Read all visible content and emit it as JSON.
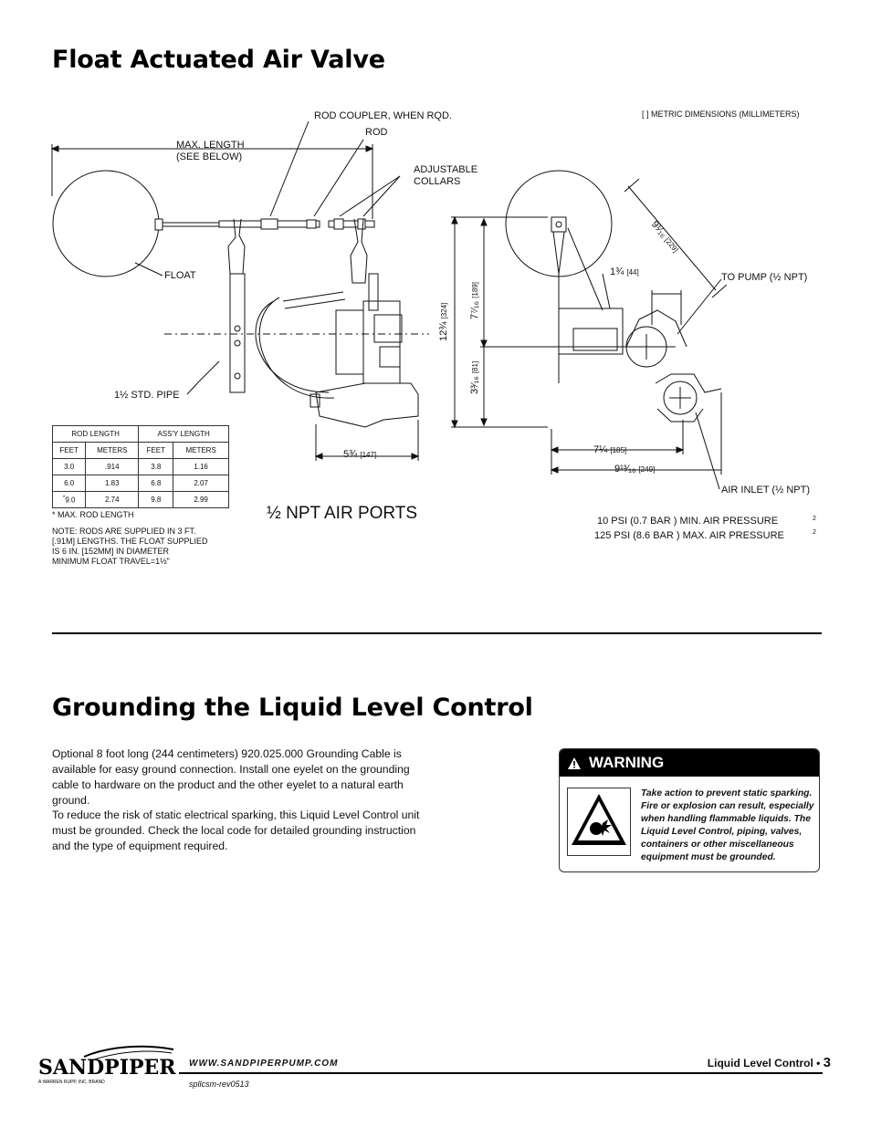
{
  "headings": {
    "section1": "Float Actuated Air Valve",
    "section2": "Grounding the Liquid Level Control"
  },
  "diagram": {
    "metric_note": "[ ] METRIC DIMENSIONS (MILLIMETERS)",
    "rod_coupler": "ROD COUPLER, WHEN RQD.",
    "rod": "ROD",
    "max_length": "MAX. LENGTH\n(SEE BELOW)",
    "adjustable_collars": "ADJUSTABLE\nCOLLARS",
    "float": "FLOAT",
    "std_pipe": "1½ STD. PIPE",
    "to_pump": "TO PUMP (½ NPT)",
    "air_inlet": "AIR INLET (½ NPT)",
    "npt_ports": "½ NPT AIR PORTS",
    "min_pressure": "10 PSI (0.7 BAR ) MIN. AIR PRESSURE",
    "max_pressure": "125 PSI (8.6 BAR ) MAX. AIR PRESSURE",
    "footnote_mark_1": "2",
    "footnote_mark_2": "2",
    "dim_5_3_4": "5¾",
    "dim_5_3_4_mm": "[147]",
    "dim_12_3_4": "12¾",
    "dim_12_3_4_mm": "[324]",
    "dim_7_7_16": "7⁷⁄₁₆",
    "dim_7_7_16_mm": "[189]",
    "dim_3_3_16": "3³⁄₁₆",
    "dim_3_3_16_mm": "[81]",
    "dim_1_3_4": "1¾",
    "dim_1_3_4_mm": "[44]",
    "dim_9_1_16": "9¹⁄₁₆",
    "dim_9_1_16_mm": "[229]",
    "dim_7_1_4": "7¼",
    "dim_7_1_4_mm": "[185]",
    "dim_9_13_16": "9¹³⁄₁₆",
    "dim_9_13_16_mm": "[249]"
  },
  "rod_table": {
    "group_headers": [
      "ROD LENGTH",
      "ASS'Y LENGTH"
    ],
    "columns": [
      "FEET",
      "METERS",
      "FEET",
      "METERS"
    ],
    "rows": [
      [
        "3.0",
        ".914",
        "3.8",
        "1.16"
      ],
      [
        "6.0",
        "1.83",
        "6.8",
        "2.07"
      ],
      [
        "9.0",
        "2.74",
        "9.8",
        "2.99"
      ]
    ],
    "star_mark": "*",
    "footnote": "* MAX. ROD LENGTH",
    "note": "NOTE: RODS ARE SUPPLIED IN 3 FT.\n[.91M] LENGTHS. THE FLOAT SUPPLIED\nIS 6 IN. [152MM] IN DIAMETER\nMINIMUM FLOAT TRAVEL=1½\""
  },
  "grounding": {
    "paragraph1": "Optional 8 foot long (244 centimeters) 920.025.000 Grounding Cable is available for easy ground connection. Install one eyelet on the grounding cable to hardware on the product and the other eyelet to a natural earth ground.",
    "paragraph2": "To reduce the risk of static electrical sparking, this Liquid Level Control unit must be grounded. Check the local code for detailed grounding instruction and the type of equipment required."
  },
  "warning": {
    "title": "WARNING",
    "text": "Take action to prevent static sparking. Fire or explosion can result, especially when handling flammable liquids. The Liquid Level Control, piping, valves, containers or other miscellaneous equipment must be grounded."
  },
  "footer": {
    "url": "WWW.SANDPIPERPUMP.COM",
    "page_label": "Liquid Level Control • ",
    "page_number": "3",
    "doc_code": "spllcsm-rev0513",
    "logo_text": "SANDPIPER",
    "logo_sub": "A WARREN RUPP, INC. BRAND"
  }
}
